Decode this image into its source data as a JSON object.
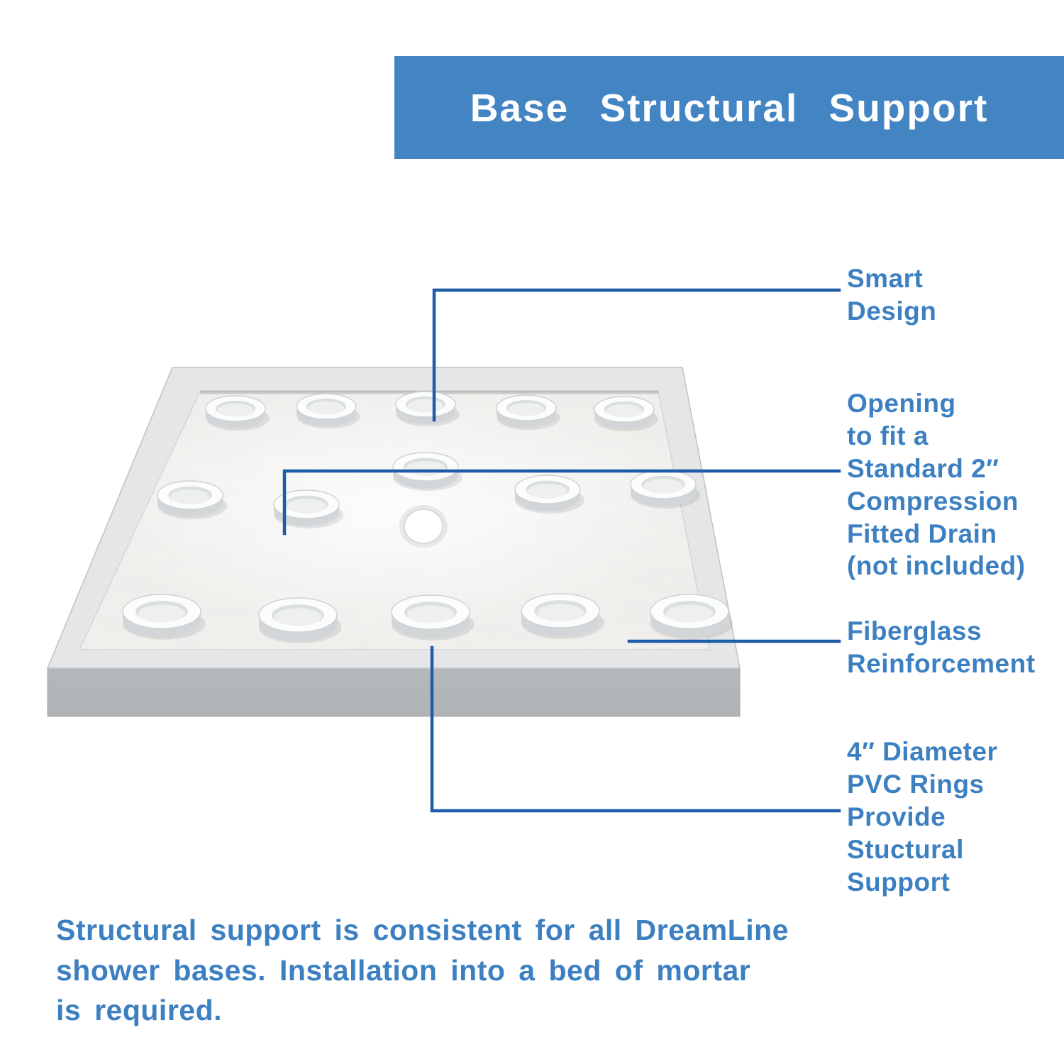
{
  "header": {
    "title": "Base Structural Support"
  },
  "callouts": [
    {
      "id": "smart-design",
      "label": "Smart\nDesign"
    },
    {
      "id": "drain-opening",
      "label": "Opening\nto fit a\nStandard 2″\nCompression\nFitted Drain\n(not included)"
    },
    {
      "id": "fiberglass-reinforcement",
      "label": "Fiberglass\nReinforcement"
    },
    {
      "id": "pvc-rings",
      "label": "4″ Diameter\nPVC Rings\nProvide\nStuctural\nSupport"
    }
  ],
  "footer": {
    "note": "Structural support is consistent for all DreamLine\nshower bases. Installation into a bed of mortar\nis required."
  },
  "colors": {
    "banner_blue": "#4384c3",
    "label_blue": "#3c80c2",
    "callout_line_blue": "#1c5ca8"
  }
}
